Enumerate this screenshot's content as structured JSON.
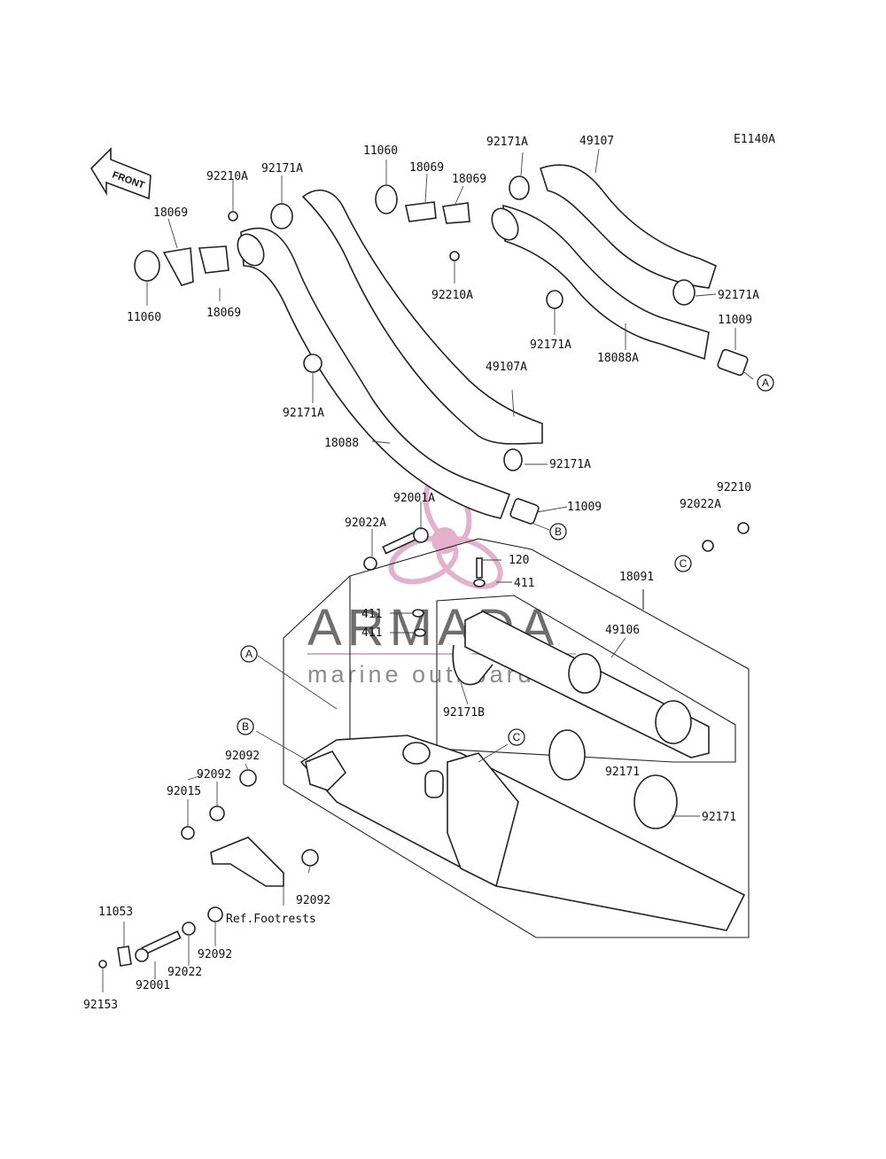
{
  "diagram_code": "E1140A",
  "front_label": "FRONT",
  "ref_label": "Ref.Footrests",
  "watermark": {
    "title": "ARMADA",
    "subtitle": "marine outboards",
    "accent_color": "#e0a9c6"
  },
  "callouts": [
    "A",
    "B",
    "C"
  ],
  "part_labels": {
    "p11060_top": "11060",
    "p18069_top": "18069",
    "p92171A_top": "92171A",
    "p49107_top": "49107",
    "p92210A_left": "92210A",
    "p92171A_left": "92171A",
    "p18069_left": "18069",
    "p18069_mid": "18069",
    "p11060_left": "11060",
    "p18069_left_b": "18069",
    "p92210A_mid": "92210A",
    "p92171A_mid": "92171A",
    "p92171A_right": "92171A",
    "p11009_right": "11009",
    "p18088A": "18088A",
    "p49107A": "49107A",
    "p92171A_lower": "92171A",
    "p18088": "18088",
    "p92171A_low2": "92171A",
    "p11009_low": "11009",
    "p92001A": "92001A",
    "p92022A_left": "92022A",
    "p92210": "92210",
    "p92022A_right": "92022A",
    "p120": "120",
    "p411_a": "411",
    "p18091": "18091",
    "p411_b": "411",
    "p411_c": "411",
    "p49106": "49106",
    "p92171B": "92171B",
    "p92092_a": "92092",
    "p92092_b": "92092",
    "p92015": "92015",
    "p92171_a": "92171",
    "p92171_b": "92171",
    "p92092_c": "92092",
    "p11053": "11053",
    "p92092_d": "92092",
    "p92022": "92022",
    "p92001": "92001",
    "p92153": "92153"
  }
}
